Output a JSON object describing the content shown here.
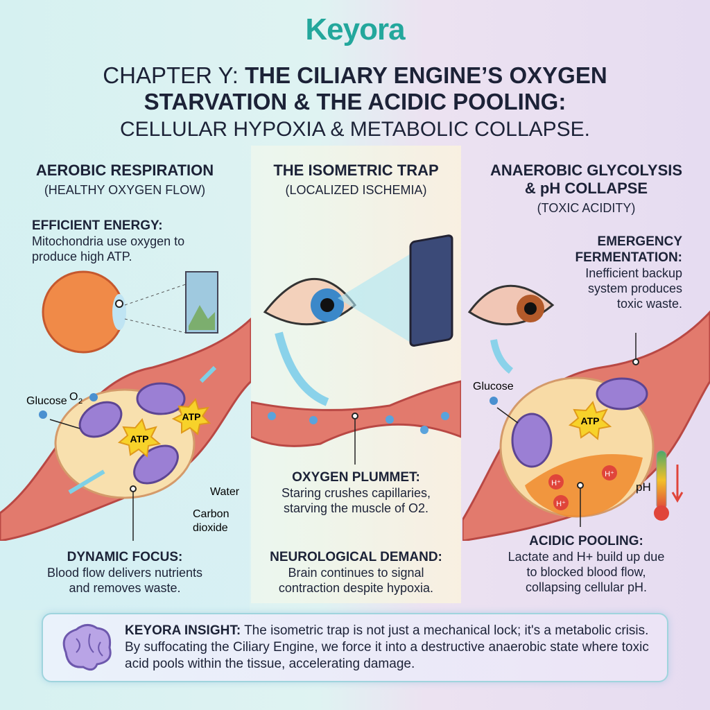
{
  "logo": "Keyora",
  "title": {
    "prefix": "CHAPTER Y: ",
    "line1": "THE CILIARY ENGINE’S OXYGEN",
    "line2": "STARVATION & THE ACIDIC POOLING:",
    "line3": "CELLULAR HYPOXIA & METABOLIC COLLAPSE."
  },
  "columns": [
    {
      "heading": "AEROBIC RESPIRATION",
      "subheading": "(HEALTHY OXYGEN FLOW)",
      "callout_title": "EFFICIENT ENERGY:",
      "callout_text": "Mitochondria use oxygen to produce high ATP.",
      "labels": {
        "o2": "O",
        "o2_sub": "2",
        "glucose": "Glucose",
        "atp": "ATP",
        "water": "Water",
        "co2_1": "Carbon",
        "co2_2": "dioxide"
      },
      "caption_title": "DYNAMIC FOCUS:",
      "caption_text1": "Blood flow delivers nutrients",
      "caption_text2": "and removes waste."
    },
    {
      "heading": "THE ISOMETRIC TRAP",
      "subheading": "(LOCALIZED ISCHEMIA)",
      "callout_title": "OXYGEN PLUMMET:",
      "callout_text1": "Staring crushes capillaries,",
      "callout_text2": "starving the muscle of O2.",
      "caption_title": "NEUROLOGICAL DEMAND:",
      "caption_text1": "Brain continues to signal",
      "caption_text2": "contraction despite hypoxia."
    },
    {
      "heading1": "ANAEROBIC GLYCOLYSIS",
      "heading2": "& pH COLLAPSE",
      "subheading": "(TOXIC ACIDITY)",
      "callout_title1": "EMERGENCY",
      "callout_title2": "FERMENTATION:",
      "callout_text1": "Inefficient backup",
      "callout_text2": "system produces",
      "callout_text3": "toxic waste.",
      "labels": {
        "glucose": "Glucose",
        "atp": "ATP",
        "h": "H⁺",
        "ph": "pH"
      },
      "caption_title": "ACIDIC POOLING:",
      "caption_text1": "Lactate and H+ build up due",
      "caption_text2": "to blocked blood flow,",
      "caption_text3": "collapsing cellular pH."
    }
  ],
  "insight": {
    "label": "KEYORA INSIGHT:",
    "text": " The isometric trap is not just a mechanical lock; it's a metabolic crisis. By suffocating the Ciliary Engine, we force it into a destructive anaerobic state where toxic acid pools within the tissue, accelerating damage."
  },
  "colors": {
    "brand": "#23a79c",
    "text": "#1c2237",
    "vessel": "#d8605a",
    "mitochondria": "#9b7fd4",
    "atp": "#f7d22a"
  }
}
